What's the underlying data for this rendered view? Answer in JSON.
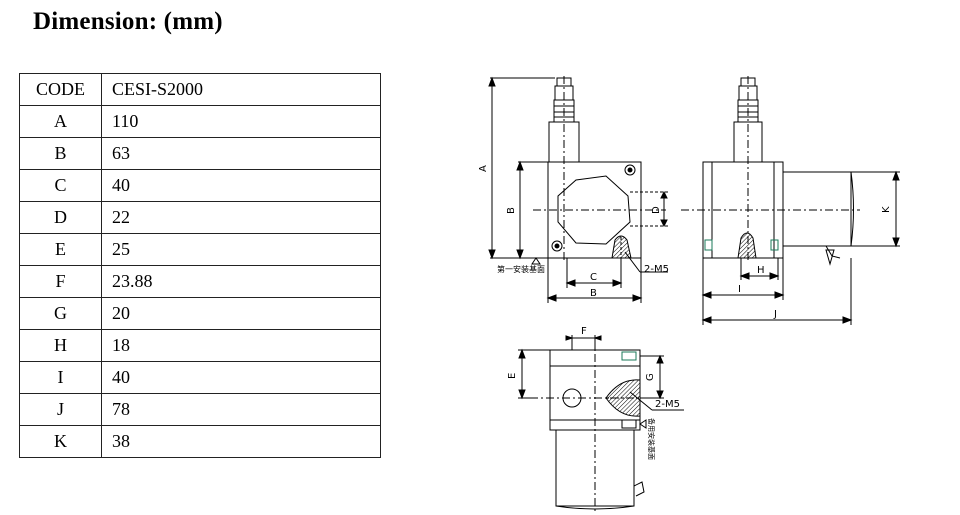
{
  "title": "Dimension: (mm)",
  "table": {
    "header": {
      "code": "CODE",
      "model": "CESI-S2000"
    },
    "rows": [
      {
        "code": "A",
        "value": "110"
      },
      {
        "code": "B",
        "value": "63"
      },
      {
        "code": "C",
        "value": "40"
      },
      {
        "code": "D",
        "value": "22"
      },
      {
        "code": "E",
        "value": "25"
      },
      {
        "code": "F",
        "value": "23.88"
      },
      {
        "code": "G",
        "value": "20"
      },
      {
        "code": "H",
        "value": "18"
      },
      {
        "code": "I",
        "value": "40"
      },
      {
        "code": "J",
        "value": "78"
      },
      {
        "code": "K",
        "value": "38"
      }
    ]
  },
  "drawing": {
    "front": {
      "label_a": "A",
      "label_b": "B",
      "label_c": "C",
      "label_d": "D",
      "label_bb": "B",
      "thread": "2-M5",
      "mount_note": "第一安装基面"
    },
    "side": {
      "label_k": "K",
      "label_h": "H",
      "label_i": "I",
      "label_j": "J"
    },
    "bottom": {
      "label_e": "E",
      "label_f": "F",
      "label_g": "G",
      "thread": "2-M5",
      "mount_note": "备用安装基面"
    }
  }
}
